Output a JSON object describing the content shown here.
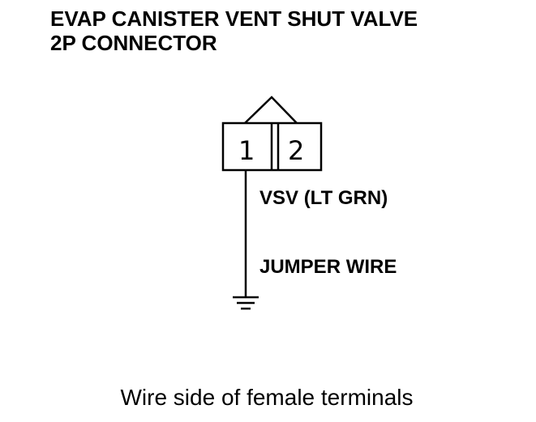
{
  "title": {
    "line1": "EVAP CANISTER VENT SHUT VALVE",
    "line2": "2P CONNECTOR"
  },
  "connector": {
    "pin1": "1",
    "pin2": "2"
  },
  "labels": {
    "wire": "VSV (LT GRN)",
    "jumper": "JUMPER WIRE"
  },
  "caption": "Wire side of female terminals"
}
